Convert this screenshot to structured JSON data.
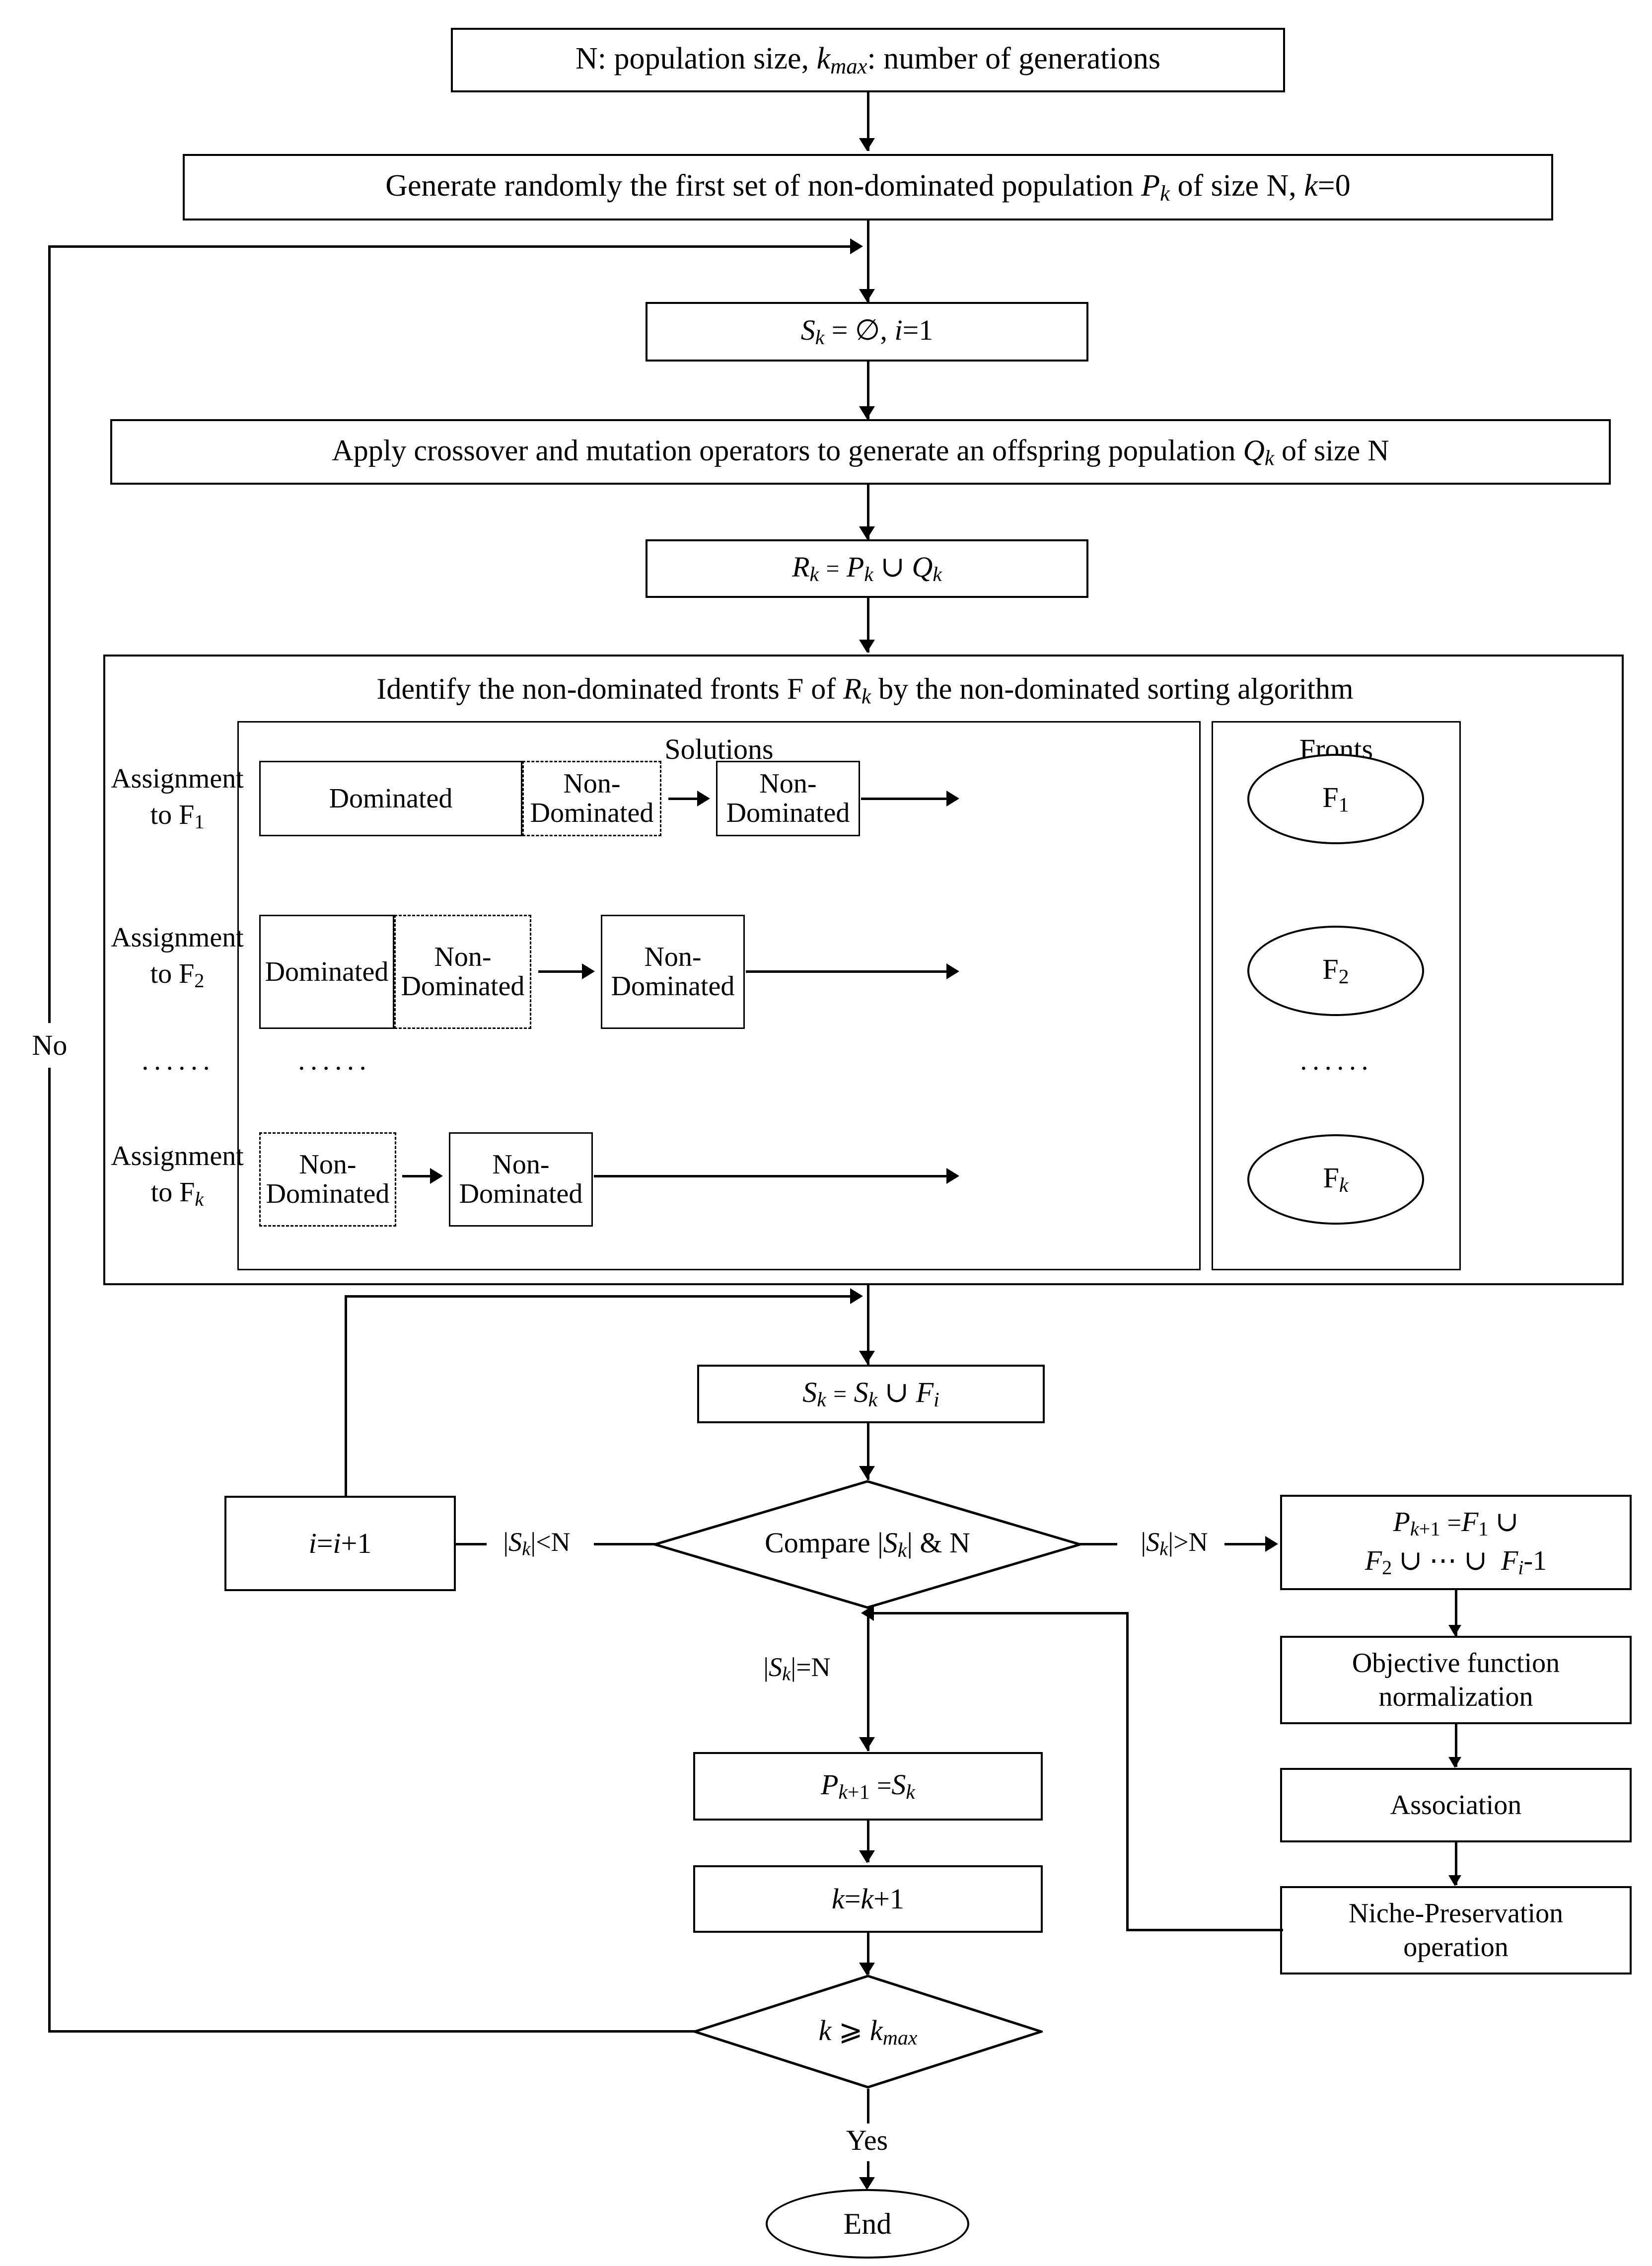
{
  "diagram": {
    "title": "NSGA-III flowchart",
    "type": "flowchart",
    "nodes": {
      "start_params": "N: population size, kmax: number of generations",
      "generate_population": "Generate randomly the first set of non-dominated population Pk of size N, k=0",
      "init_sk": "Sk = ∅, i=1",
      "crossover_mutation": "Apply crossover and mutation operators to generate an offspring population Qk of size N",
      "rk_union": "Rk = Pk ∪ Qk",
      "sorting_panel_title": "Identify the non-dominated fronts F of Rk by the non-dominated sorting algorithm",
      "sk_union_fi": "Sk = Sk ∪ Fi",
      "i_increment": "i=i+1",
      "compare_decision": "Compare |Sk| & N",
      "pk1_fronts_line1": "Pk+1 =F1 ∪",
      "pk1_fronts_line2": "F2 ∪ ⋯ ∪  Fi-1",
      "objective_normalization": "Objective function normalization",
      "association": "Association",
      "niche_preservation": "Niche-Preservation operation",
      "pk1_eq_sk": "Pk+1 =Sk",
      "k_increment": "k=k+1",
      "k_max_decision": "k ⩾ kmax",
      "end": "End"
    },
    "edge_labels": {
      "no": "No",
      "yes": "Yes",
      "sk_less_n": "|Sk|<N",
      "sk_greater_n": "|Sk|>N",
      "sk_equal_n": "|Sk|=N"
    },
    "sorting_panel": {
      "column_headers": {
        "solutions": "Solutions",
        "fronts": "Fronts"
      },
      "rows": [
        {
          "assignment_label_line1": "Assignment",
          "assignment_label_line2": "to F1",
          "group_boxes": [
            {
              "label": "Dominated",
              "style": "solid"
            },
            {
              "label": "Non-Dominated",
              "style": "dashed"
            }
          ],
          "extracted_box": "Non-Dominated",
          "front": "F1"
        },
        {
          "assignment_label_line1": "Assignment",
          "assignment_label_line2": "to F2",
          "group_boxes": [
            {
              "label": "Dominated",
              "style": "solid"
            },
            {
              "label": "Non-Dominated",
              "style": "dashed"
            }
          ],
          "extracted_box": "Non-Dominated",
          "front": "F2"
        },
        {
          "assignment_label_line1": "Assignment",
          "assignment_label_line2": "to Fk",
          "group_boxes": [
            {
              "label": "Non-Dominated",
              "style": "dashed"
            }
          ],
          "extracted_box": "Non-Dominated",
          "front": "Fk"
        }
      ],
      "ellipsis": "······"
    },
    "colors": {
      "stroke": "#000000",
      "background": "#ffffff"
    }
  }
}
